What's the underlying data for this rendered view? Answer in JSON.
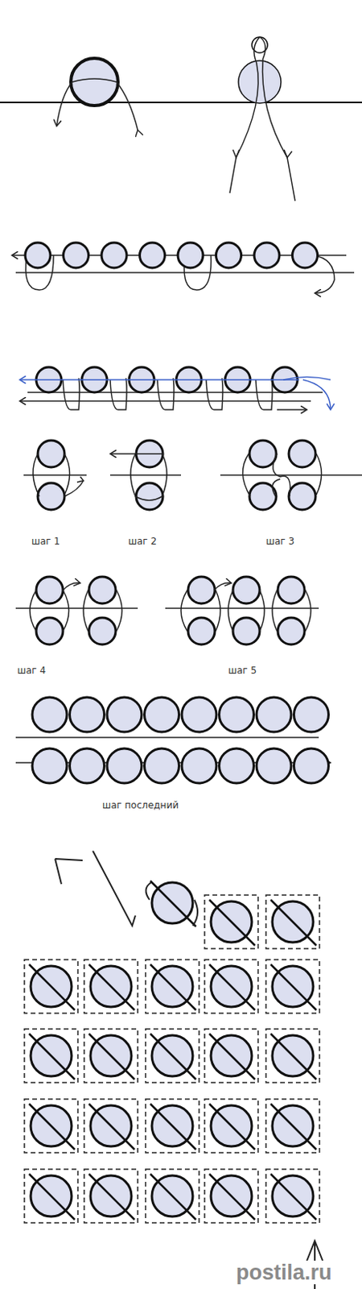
{
  "diagram": {
    "labels": [
      "шаг 1",
      "шаг 2",
      "шаг 3",
      "шаг 4",
      "шаг 5",
      "шаг последний",
      "postila.ru"
    ]
  }
}
